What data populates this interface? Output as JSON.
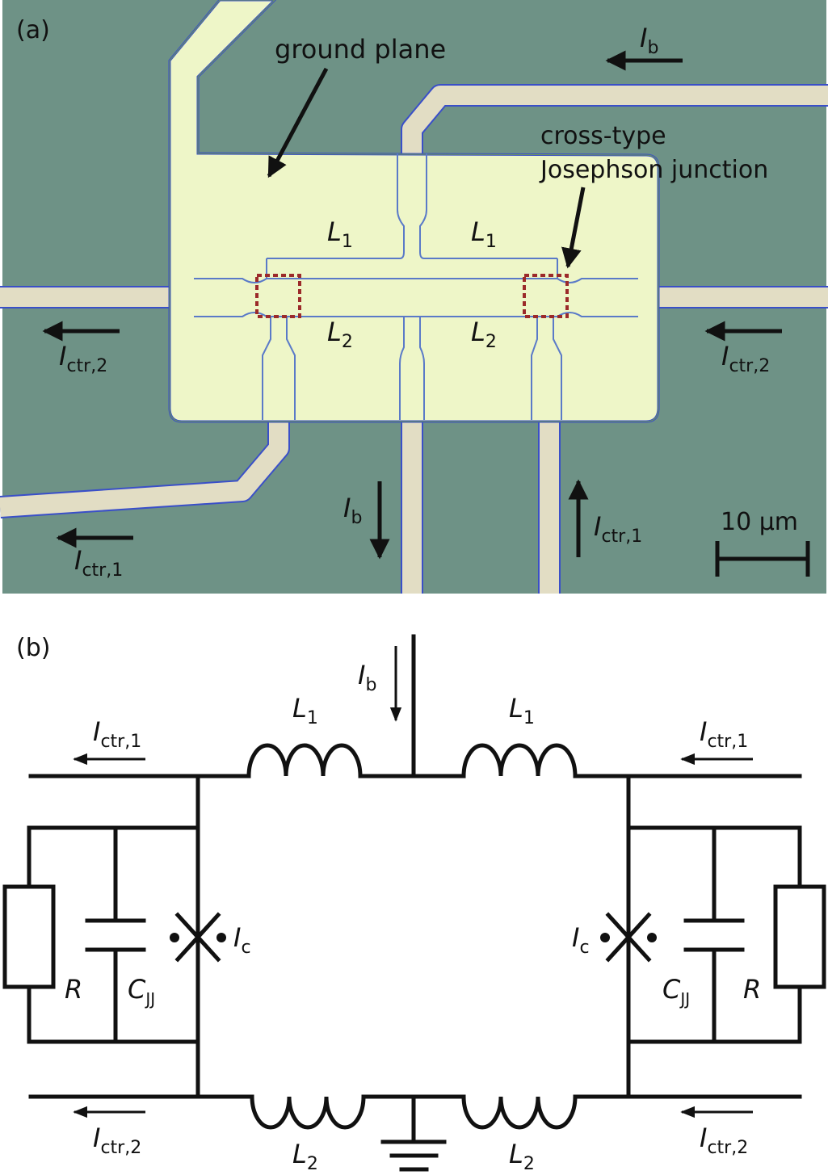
{
  "panel_a": {
    "label": "(a)",
    "ground_plane": "ground plane",
    "junction_line1": "cross-type",
    "junction_line2": "Josephson junction",
    "L": "L",
    "sub1": "1",
    "sub2": "2",
    "I": "I",
    "sub_b": "b",
    "sub_ctr1": "ctr,1",
    "sub_ctr2": "ctr,2",
    "scale_bar": "10 μm"
  },
  "panel_b": {
    "label": "(b)",
    "L": "L",
    "sub1": "1",
    "sub2": "2",
    "I": "I",
    "sub_b": "b",
    "sub_c": "c",
    "sub_ctr1": "ctr,1",
    "sub_ctr2": "ctr,2",
    "R": "R",
    "C": "C",
    "sub_jj": "JJ"
  },
  "colors": {
    "substrate": "#6e9286",
    "ground": "#eef6c8",
    "wire": "#e2ddc4",
    "edge": "#3a4fc8",
    "junction_box": "#9b2a2a",
    "ink": "#111111"
  }
}
